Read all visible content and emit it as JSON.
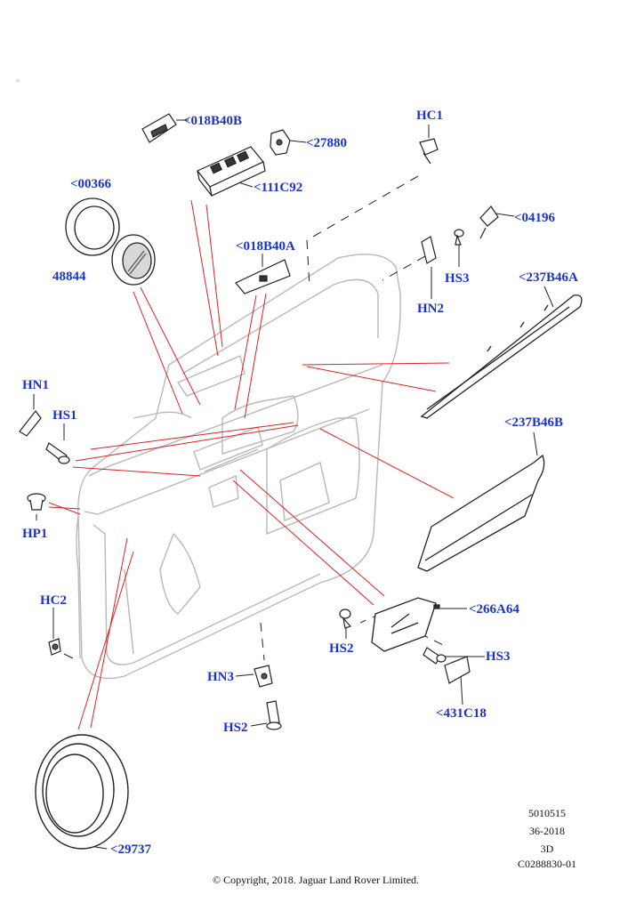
{
  "labels": {
    "p018B40B": "<018B40B",
    "p27880": "<27880",
    "p111C92": "<111C92",
    "hc1": "HC1",
    "p00366": "<00366",
    "p04196": "<04196",
    "p48844": "48844",
    "p018B40A": "<018B40A",
    "hs3_top": "HS3",
    "p237B46A": "<237B46A",
    "hn2": "HN2",
    "hn1": "HN1",
    "hs1": "HS1",
    "p237B46B": "<237B46B",
    "hp1": "HP1",
    "hc2": "HC2",
    "p266A64": "<266A64",
    "hs2_mid": "HS2",
    "hs3_bottom": "HS3",
    "hn3": "HN3",
    "p431C18": "<431C18",
    "hs2_bottom": "HS2",
    "p29737": "<29737"
  },
  "meta": {
    "line1": "5010515",
    "line2": "36-2018",
    "line3": "3D",
    "line4": "C0288830-01",
    "copyright": "© Copyright, 2018. Jaguar Land Rover Limited."
  },
  "colors": {
    "label": "#1a33cc",
    "leader_red": "#e02020",
    "outline": "#222222",
    "door_outline": "#b5b5b5"
  }
}
